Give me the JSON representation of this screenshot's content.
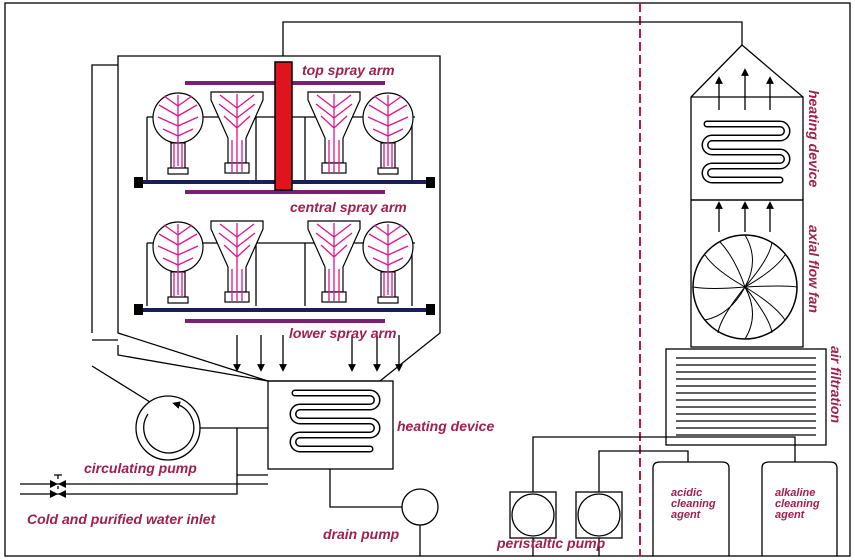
{
  "labels": {
    "top_spray_arm": "top spray arm",
    "central_spray_arm": "central spray arm",
    "lower_spray_arm": "lower spray arm",
    "heating_device_bottom": "heating device",
    "circulating_pump": "circulating pump",
    "water_inlet": "Cold and purified water inlet",
    "drain_pump": "drain pump",
    "peristaltic_pump": "peristaltic pump",
    "heating_device_side": "heating device",
    "axial_flow_fan": "axial flow fan",
    "air_filtration": "air filtration",
    "acidic_agent": [
      "acidic",
      "cleaning",
      "agent"
    ],
    "alkaline_agent": [
      "alkaline",
      "cleaning",
      "agent"
    ]
  },
  "colors": {
    "label": "#a0204f",
    "spray_arm": "#7a1f78",
    "rack": "#1c1c5a",
    "central_tube": "#e0141e",
    "divider": "#c01840",
    "flask_lines": "#e0148c"
  }
}
